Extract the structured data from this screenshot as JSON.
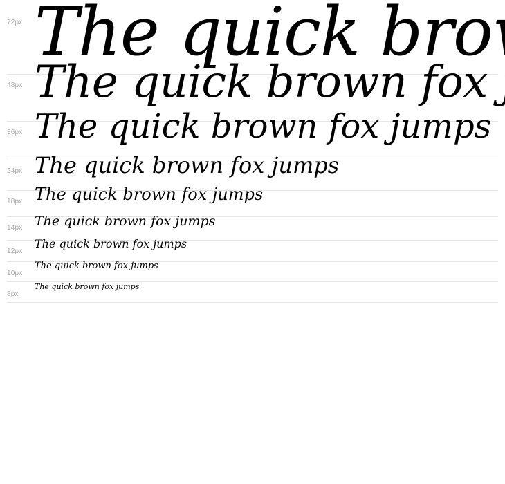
{
  "specimen": {
    "sample_text": "The quick brown fox jumps",
    "rows": [
      {
        "size_label": "72px",
        "size": 72,
        "text": "The quick brown fox jumps"
      },
      {
        "size_label": "48px",
        "size": 48,
        "text": "The quick brown fox jumps"
      },
      {
        "size_label": "36px",
        "size": 36,
        "text": "The quick brown fox jumps"
      },
      {
        "size_label": "24px",
        "size": 24,
        "text": "The quick brown fox jumps"
      },
      {
        "size_label": "18px",
        "size": 18,
        "text": "The quick brown fox jumps"
      },
      {
        "size_label": "14px",
        "size": 14,
        "text": "The quick brown fox jumps"
      },
      {
        "size_label": "12px",
        "size": 12,
        "text": "The quick brown fox jumps"
      },
      {
        "size_label": "10px",
        "size": 10,
        "text": "The quick brown fox jumps"
      },
      {
        "size_label": "8px",
        "size": 8,
        "text": "The quick brown fox jumps"
      }
    ]
  },
  "colors": {
    "text": "#000000",
    "label": "#a8a8a8",
    "divider": "#e6e6e6",
    "background": "#ffffff"
  }
}
